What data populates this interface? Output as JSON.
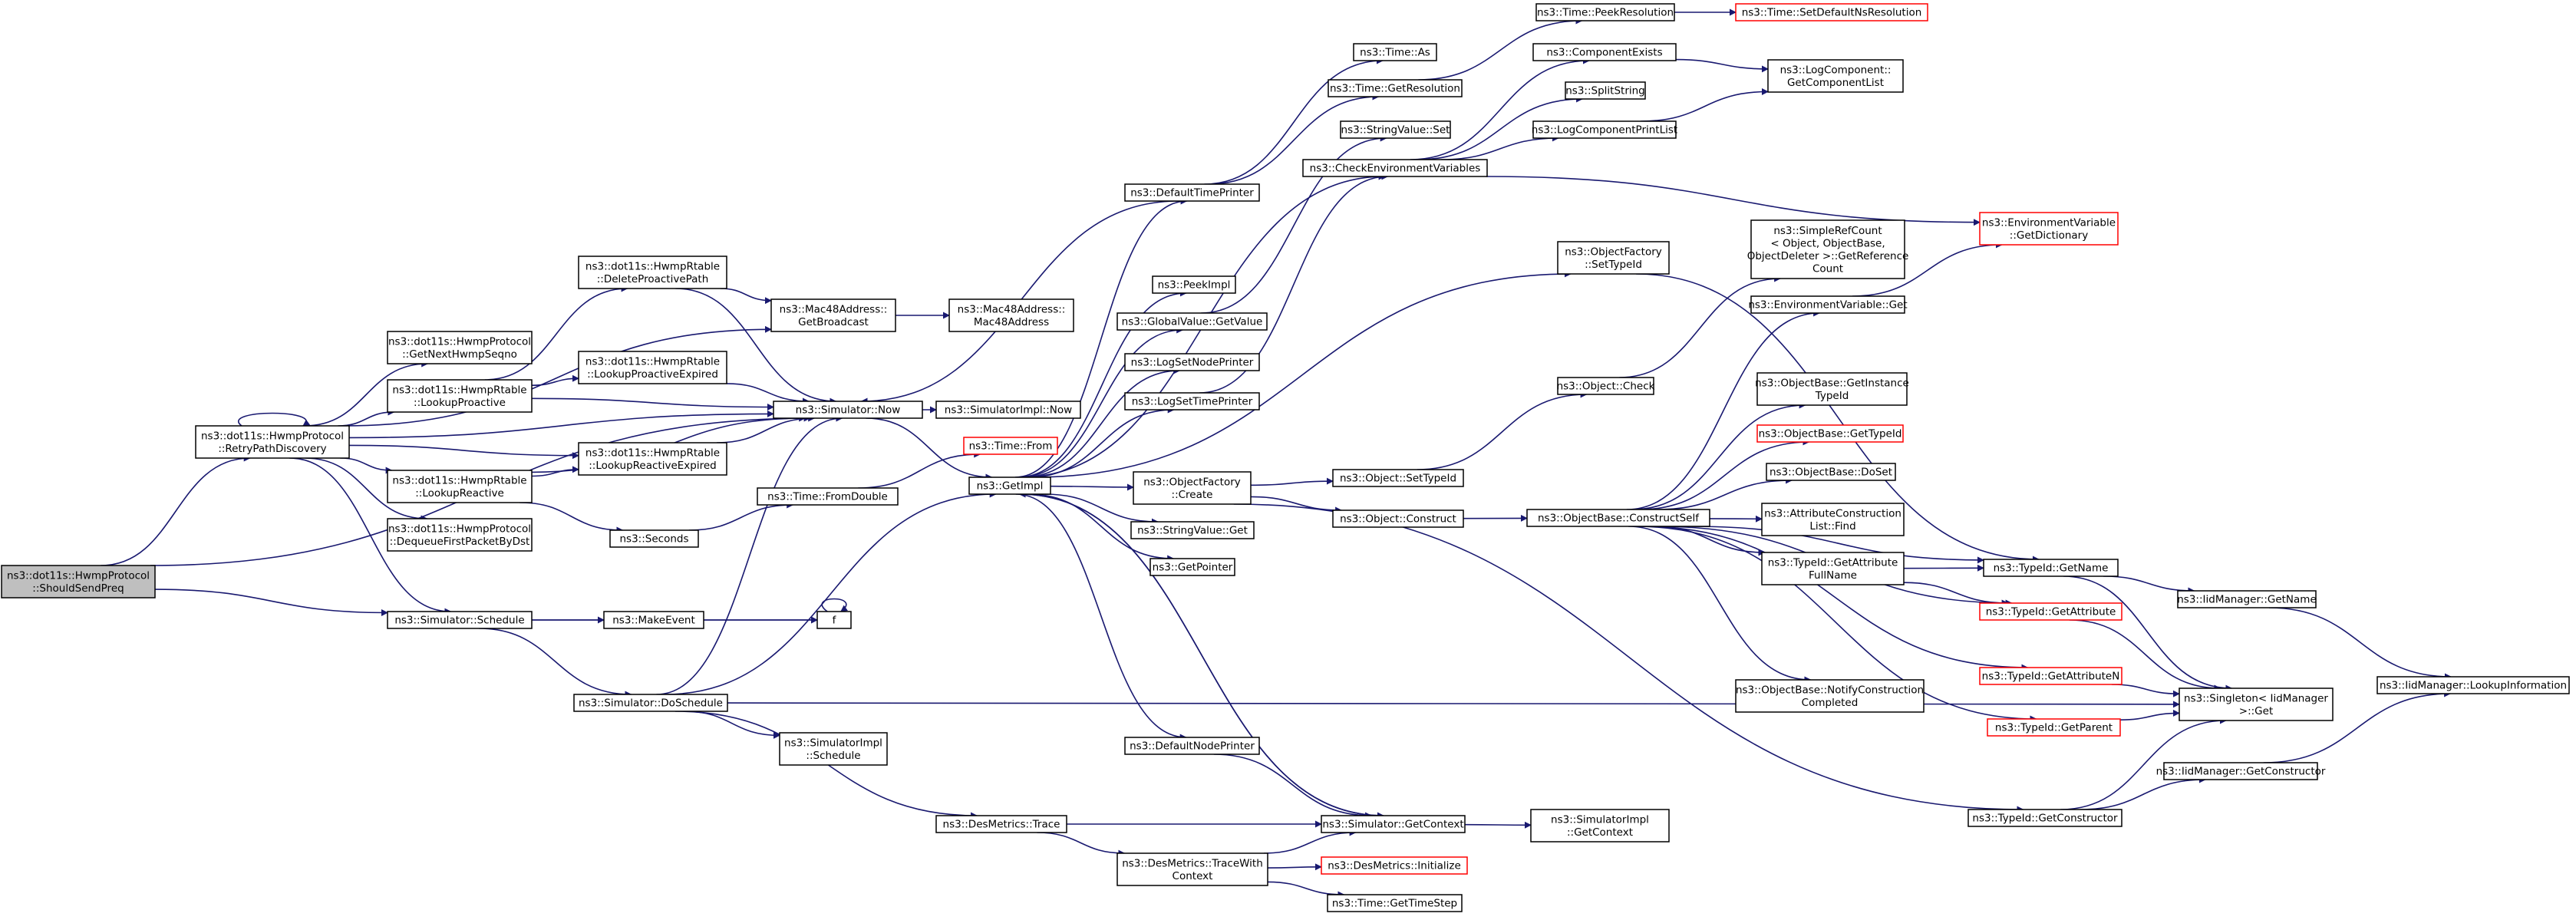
{
  "graph": {
    "title": "",
    "colors": {
      "edge": "#191970",
      "border": "#000000",
      "warn_border": "#ff0000",
      "root_fill": "#bfbfbf",
      "background": "#ffffff"
    },
    "nodes": [
      {
        "id": "shouldSendPreq",
        "lines": [
          "ns3::dot11s::HwmpProtocol",
          "::ShouldSendPreq"
        ],
        "style": "root"
      },
      {
        "id": "retryPath",
        "lines": [
          "ns3::dot11s::HwmpProtocol",
          "::RetryPathDiscovery"
        ]
      },
      {
        "id": "schedule",
        "lines": [
          "ns3::Simulator::Schedule"
        ]
      },
      {
        "id": "getNextHwmp",
        "lines": [
          "ns3::dot11s::HwmpProtocol",
          "::GetNextHwmpSeqno"
        ]
      },
      {
        "id": "lookupProactive",
        "lines": [
          "ns3::dot11s::HwmpRtable",
          "::LookupProactive"
        ]
      },
      {
        "id": "lookupReactive",
        "lines": [
          "ns3::dot11s::HwmpRtable",
          "::LookupReactive"
        ]
      },
      {
        "id": "dequeue",
        "lines": [
          "ns3::dot11s::HwmpProtocol",
          "::DequeueFirstPacketByDst"
        ]
      },
      {
        "id": "deleteProactive",
        "lines": [
          "ns3::dot11s::HwmpRtable",
          "::DeleteProactivePath"
        ]
      },
      {
        "id": "lookupProactiveExp",
        "lines": [
          "ns3::dot11s::HwmpRtable",
          "::LookupProactiveExpired"
        ]
      },
      {
        "id": "lookupReactiveExp",
        "lines": [
          "ns3::dot11s::HwmpRtable",
          "::LookupReactiveExpired"
        ]
      },
      {
        "id": "seconds",
        "lines": [
          "ns3::Seconds"
        ]
      },
      {
        "id": "makeEvent",
        "lines": [
          "ns3::MakeEvent"
        ]
      },
      {
        "id": "doSchedule",
        "lines": [
          "ns3::Simulator::DoSchedule"
        ]
      },
      {
        "id": "macBroadcast",
        "lines": [
          "ns3::Mac48Address::",
          "GetBroadcast"
        ]
      },
      {
        "id": "macCtor",
        "lines": [
          "ns3::Mac48Address::",
          "Mac48Address"
        ]
      },
      {
        "id": "simNow",
        "lines": [
          "ns3::Simulator::Now"
        ]
      },
      {
        "id": "simImplNow",
        "lines": [
          "ns3::SimulatorImpl::Now"
        ]
      },
      {
        "id": "timeFromDouble",
        "lines": [
          "ns3::Time::FromDouble"
        ]
      },
      {
        "id": "timeFrom",
        "lines": [
          "ns3::Time::From"
        ],
        "style": "red"
      },
      {
        "id": "getImpl",
        "lines": [
          "ns3::GetImpl"
        ]
      },
      {
        "id": "f",
        "lines": [
          "f"
        ]
      },
      {
        "id": "simImplSchedule",
        "lines": [
          "ns3::SimulatorImpl",
          "::Schedule"
        ]
      },
      {
        "id": "desTrace",
        "lines": [
          "ns3::DesMetrics::Trace"
        ]
      },
      {
        "id": "desTraceWith",
        "lines": [
          "ns3::DesMetrics::TraceWith",
          "Context"
        ]
      },
      {
        "id": "defaultTimePrinter",
        "lines": [
          "ns3::DefaultTimePrinter"
        ]
      },
      {
        "id": "peekImpl",
        "lines": [
          "ns3::PeekImpl"
        ]
      },
      {
        "id": "globalValueGet",
        "lines": [
          "ns3::GlobalValue::GetValue"
        ]
      },
      {
        "id": "logSetNode",
        "lines": [
          "ns3::LogSetNodePrinter"
        ]
      },
      {
        "id": "logSetTime",
        "lines": [
          "ns3::LogSetTimePrinter"
        ]
      },
      {
        "id": "objFactoryCreate",
        "lines": [
          "ns3::ObjectFactory",
          "::Create"
        ]
      },
      {
        "id": "stringValueGet",
        "lines": [
          "ns3::StringValue::Get"
        ]
      },
      {
        "id": "getPointer",
        "lines": [
          "ns3::GetPointer"
        ]
      },
      {
        "id": "defaultNodePrinter",
        "lines": [
          "ns3::DefaultNodePrinter"
        ]
      },
      {
        "id": "simGetContext",
        "lines": [
          "ns3::Simulator::GetContext"
        ]
      },
      {
        "id": "desInit",
        "lines": [
          "ns3::DesMetrics::Initialize"
        ],
        "style": "red"
      },
      {
        "id": "timeGetTimeStep",
        "lines": [
          "ns3::Time::GetTimeStep"
        ]
      },
      {
        "id": "timeAs",
        "lines": [
          "ns3::Time::As"
        ]
      },
      {
        "id": "timeGetRes",
        "lines": [
          "ns3::Time::GetResolution"
        ]
      },
      {
        "id": "stringValueSet",
        "lines": [
          "ns3::StringValue::Set"
        ]
      },
      {
        "id": "checkEnv",
        "lines": [
          "ns3::CheckEnvironmentVariables"
        ]
      },
      {
        "id": "objFactorySetTypeId",
        "lines": [
          "ns3::ObjectFactory",
          "::SetTypeId"
        ]
      },
      {
        "id": "objectCheck",
        "lines": [
          "ns3::Object::Check"
        ]
      },
      {
        "id": "objectSetTypeId",
        "lines": [
          "ns3::Object::SetTypeId"
        ]
      },
      {
        "id": "objectConstruct",
        "lines": [
          "ns3::Object::Construct"
        ]
      },
      {
        "id": "simImplGetContext",
        "lines": [
          "ns3::SimulatorImpl",
          "::GetContext"
        ]
      },
      {
        "id": "timePeekRes",
        "lines": [
          "ns3::Time::PeekResolution"
        ]
      },
      {
        "id": "timeSetDefault",
        "lines": [
          "ns3::Time::SetDefaultNsResolution"
        ],
        "style": "red"
      },
      {
        "id": "componentExists",
        "lines": [
          "ns3::ComponentExists"
        ]
      },
      {
        "id": "splitString",
        "lines": [
          "ns3::SplitString"
        ]
      },
      {
        "id": "logComponentPrintList",
        "lines": [
          "ns3::LogComponentPrintList"
        ]
      },
      {
        "id": "logComponentGetList",
        "lines": [
          "ns3::LogComponent::",
          "GetComponentList"
        ]
      },
      {
        "id": "envVarGetDict",
        "lines": [
          "ns3::EnvironmentVariable",
          "::GetDictionary"
        ],
        "style": "red"
      },
      {
        "id": "simpleRefCount",
        "lines": [
          "ns3::SimpleRefCount",
          "< Object, ObjectBase,",
          "ObjectDeleter >::GetReference",
          "Count"
        ]
      },
      {
        "id": "envVarGet",
        "lines": [
          "ns3::EnvironmentVariable::Get"
        ]
      },
      {
        "id": "objBaseGetInstance",
        "lines": [
          "ns3::ObjectBase::GetInstance",
          "TypeId"
        ]
      },
      {
        "id": "objBaseGetTypeId",
        "lines": [
          "ns3::ObjectBase::GetTypeId"
        ],
        "style": "red"
      },
      {
        "id": "objBaseDoSet",
        "lines": [
          "ns3::ObjectBase::DoSet"
        ]
      },
      {
        "id": "objBaseConstructSelf",
        "lines": [
          "ns3::ObjectBase::ConstructSelf"
        ]
      },
      {
        "id": "attrConstructionFind",
        "lines": [
          "ns3::AttributeConstruction",
          "List::Find"
        ]
      },
      {
        "id": "typeIdGetAttrFullName",
        "lines": [
          "ns3::TypeId::GetAttribute",
          "FullName"
        ]
      },
      {
        "id": "typeIdGetName",
        "lines": [
          "ns3::TypeId::GetName"
        ]
      },
      {
        "id": "typeIdGetAttribute",
        "lines": [
          "ns3::TypeId::GetAttribute"
        ],
        "style": "red"
      },
      {
        "id": "typeIdGetAttributeN",
        "lines": [
          "ns3::TypeId::GetAttributeN"
        ],
        "style": "red"
      },
      {
        "id": "objBaseNotify",
        "lines": [
          "ns3::ObjectBase::NotifyConstruction",
          "Completed"
        ]
      },
      {
        "id": "typeIdGetParent",
        "lines": [
          "ns3::TypeId::GetParent"
        ],
        "style": "red"
      },
      {
        "id": "typeIdGetConstructor",
        "lines": [
          "ns3::TypeId::GetConstructor"
        ]
      },
      {
        "id": "iidGetName",
        "lines": [
          "ns3::IidManager::GetName"
        ]
      },
      {
        "id": "singletonGet",
        "lines": [
          "ns3::Singleton< IidManager",
          ">::Get"
        ]
      },
      {
        "id": "iidGetConstructor",
        "lines": [
          "ns3::IidManager::GetConstructor"
        ]
      },
      {
        "id": "iidLookup",
        "lines": [
          "ns3::IidManager::LookupInformation"
        ]
      }
    ],
    "edges": [
      [
        "shouldSendPreq",
        "retryPath"
      ],
      [
        "shouldSendPreq",
        "simNow"
      ],
      [
        "shouldSendPreq",
        "schedule"
      ],
      [
        "retryPath",
        "retryPath"
      ],
      [
        "retryPath",
        "macBroadcast"
      ],
      [
        "retryPath",
        "getNextHwmp"
      ],
      [
        "retryPath",
        "lookupProactive"
      ],
      [
        "retryPath",
        "lookupReactive"
      ],
      [
        "retryPath",
        "dequeue"
      ],
      [
        "retryPath",
        "lookupReactiveExp"
      ],
      [
        "retryPath",
        "simNow"
      ],
      [
        "retryPath",
        "schedule"
      ],
      [
        "lookupProactive",
        "deleteProactive"
      ],
      [
        "lookupProactive",
        "lookupProactiveExp"
      ],
      [
        "lookupProactive",
        "simNow"
      ],
      [
        "lookupReactive",
        "lookupReactiveExp"
      ],
      [
        "lookupReactive",
        "seconds"
      ],
      [
        "lookupReactive",
        "simNow"
      ],
      [
        "deleteProactive",
        "macBroadcast"
      ],
      [
        "deleteProactive",
        "simNow"
      ],
      [
        "lookupProactiveExp",
        "simNow"
      ],
      [
        "lookupReactiveExp",
        "simNow"
      ],
      [
        "macBroadcast",
        "macCtor"
      ],
      [
        "seconds",
        "timeFromDouble"
      ],
      [
        "timeFromDouble",
        "timeFrom"
      ],
      [
        "schedule",
        "makeEvent"
      ],
      [
        "schedule",
        "f"
      ],
      [
        "schedule",
        "doSchedule"
      ],
      [
        "makeEvent",
        "f"
      ],
      [
        "f",
        "f"
      ],
      [
        "doSchedule",
        "simNow"
      ],
      [
        "doSchedule",
        "getImpl"
      ],
      [
        "doSchedule",
        "simImplSchedule"
      ],
      [
        "doSchedule",
        "desTrace"
      ],
      [
        "doSchedule",
        "singletonGet"
      ],
      [
        "simNow",
        "simImplNow"
      ],
      [
        "simNow",
        "getImpl"
      ],
      [
        "desTrace",
        "simGetContext"
      ],
      [
        "desTrace",
        "desTraceWith"
      ],
      [
        "desTraceWith",
        "simGetContext"
      ],
      [
        "desTraceWith",
        "desInit"
      ],
      [
        "desTraceWith",
        "timeGetTimeStep"
      ],
      [
        "getImpl",
        "defaultTimePrinter"
      ],
      [
        "getImpl",
        "peekImpl"
      ],
      [
        "getImpl",
        "globalValueGet"
      ],
      [
        "getImpl",
        "logSetNode"
      ],
      [
        "getImpl",
        "logSetTime"
      ],
      [
        "getImpl",
        "objFactoryCreate"
      ],
      [
        "getImpl",
        "stringValueGet"
      ],
      [
        "getImpl",
        "getPointer"
      ],
      [
        "getImpl",
        "defaultNodePrinter"
      ],
      [
        "getImpl",
        "simGetContext"
      ],
      [
        "getImpl",
        "checkEnv"
      ],
      [
        "getImpl",
        "objFactorySetTypeId"
      ],
      [
        "defaultTimePrinter",
        "simNow"
      ],
      [
        "defaultTimePrinter",
        "timeAs"
      ],
      [
        "defaultTimePrinter",
        "timeGetRes"
      ],
      [
        "defaultNodePrinter",
        "simGetContext"
      ],
      [
        "simGetContext",
        "getImpl"
      ],
      [
        "simGetContext",
        "simImplGetContext"
      ],
      [
        "globalValueGet",
        "stringValueSet"
      ],
      [
        "logSetTime",
        "checkEnv"
      ],
      [
        "timeGetRes",
        "timePeekRes"
      ],
      [
        "timePeekRes",
        "timeSetDefault"
      ],
      [
        "checkEnv",
        "componentExists"
      ],
      [
        "checkEnv",
        "splitString"
      ],
      [
        "checkEnv",
        "logComponentPrintList"
      ],
      [
        "checkEnv",
        "envVarGetDict"
      ],
      [
        "componentExists",
        "logComponentGetList"
      ],
      [
        "logComponentPrintList",
        "logComponentGetList"
      ],
      [
        "objFactoryCreate",
        "objectSetTypeId"
      ],
      [
        "objFactoryCreate",
        "objectConstruct"
      ],
      [
        "objFactoryCreate",
        "typeIdGetConstructor"
      ],
      [
        "objFactorySetTypeId",
        "typeIdGetName"
      ],
      [
        "objectSetTypeId",
        "objectCheck"
      ],
      [
        "objectCheck",
        "simpleRefCount"
      ],
      [
        "objectConstruct",
        "objBaseConstructSelf"
      ],
      [
        "objBaseConstructSelf",
        "envVarGet"
      ],
      [
        "objBaseConstructSelf",
        "objBaseGetInstance"
      ],
      [
        "objBaseConstructSelf",
        "objBaseGetTypeId"
      ],
      [
        "objBaseConstructSelf",
        "objBaseDoSet"
      ],
      [
        "objBaseConstructSelf",
        "attrConstructionFind"
      ],
      [
        "objBaseConstructSelf",
        "typeIdGetAttrFullName"
      ],
      [
        "objBaseConstructSelf",
        "typeIdGetAttribute"
      ],
      [
        "objBaseConstructSelf",
        "typeIdGetAttributeN"
      ],
      [
        "objBaseConstructSelf",
        "objBaseNotify"
      ],
      [
        "objBaseConstructSelf",
        "typeIdGetParent"
      ],
      [
        "objBaseConstructSelf",
        "typeIdGetName"
      ],
      [
        "envVarGet",
        "envVarGetDict"
      ],
      [
        "typeIdGetAttrFullName",
        "typeIdGetName"
      ],
      [
        "typeIdGetAttrFullName",
        "typeIdGetAttribute"
      ],
      [
        "typeIdGetName",
        "iidGetName"
      ],
      [
        "typeIdGetName",
        "singletonGet"
      ],
      [
        "typeIdGetAttribute",
        "singletonGet"
      ],
      [
        "typeIdGetAttributeN",
        "singletonGet"
      ],
      [
        "typeIdGetParent",
        "singletonGet"
      ],
      [
        "typeIdGetConstructor",
        "singletonGet"
      ],
      [
        "typeIdGetConstructor",
        "iidGetConstructor"
      ],
      [
        "iidGetName",
        "iidLookup"
      ],
      [
        "iidGetConstructor",
        "iidLookup"
      ]
    ]
  }
}
